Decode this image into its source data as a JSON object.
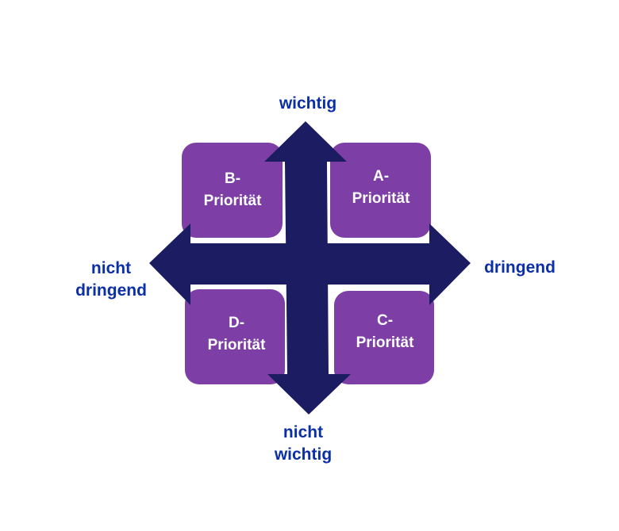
{
  "colors": {
    "arrow": "#1b1c62",
    "box": "#7d3fa5",
    "label": "#0b2fa6",
    "box_text": "#ffffff"
  },
  "axes": {
    "top": "wichtig",
    "right": "dringend",
    "left": [
      "nicht",
      "dringend"
    ],
    "bottom": [
      "nicht",
      "wichtig"
    ]
  },
  "quadrants": {
    "top_left": [
      "B-",
      "Priorität"
    ],
    "top_right": [
      "A-",
      "Priorität"
    ],
    "bottom_left": [
      "D-",
      "Priorität"
    ],
    "bottom_right": [
      "C-",
      "Priorität"
    ]
  }
}
